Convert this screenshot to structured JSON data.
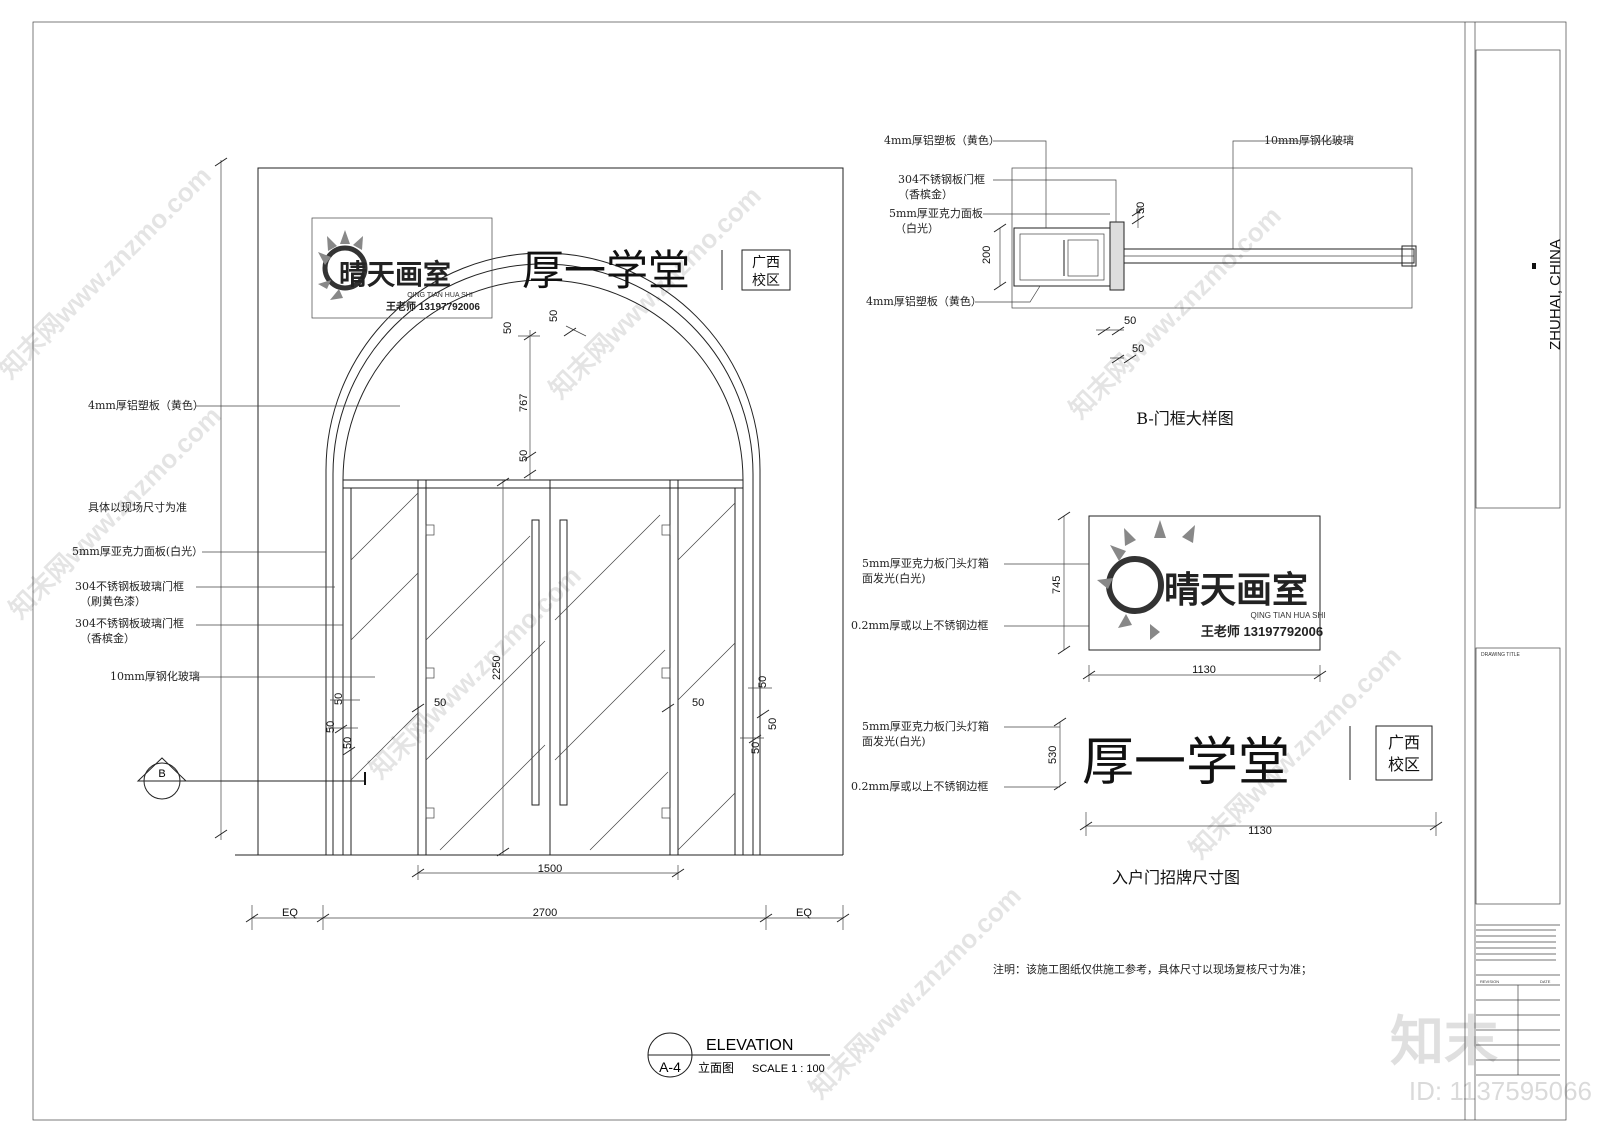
{
  "elevation": {
    "logo": {
      "brand": "晴天画室",
      "pinyin": "QING TIAN HUA SHI",
      "contact": "王老师 13197792006"
    },
    "school_name": "厚一学堂",
    "campus": [
      "广西",
      "校区"
    ],
    "annotations": {
      "aluminum_panel": "4mm厚铝塑板（黄色）",
      "site_note": "具体以现场尺寸为准",
      "acrylic": "5mm厚亚克力面板(白光）",
      "steel_frame_1a": "304不锈钢板玻璃门框",
      "steel_frame_1b": "（刷黄色漆）",
      "steel_frame_2a": "304不锈钢板玻璃门框",
      "steel_frame_2b": "（香槟金）",
      "glass": "10mm厚钢化玻璃"
    },
    "dims": {
      "top_a": "50",
      "top_b": "50",
      "arch_rise": "767",
      "arch_gap": "50",
      "door_height": "2250",
      "door_width": "1500",
      "overall": "2700",
      "eq": "EQ",
      "left_50a": "50",
      "left_50b": "50",
      "left_50c": "50",
      "left_50d": "50",
      "right_50a": "50",
      "right_50b": "50",
      "right_50c": "50",
      "mid_50": "50"
    },
    "section_marker": "B",
    "title_block": {
      "code": "A-4",
      "title_en": "ELEVATION",
      "title_cn": "立面图",
      "scale": "SCALE 1 : 100"
    }
  },
  "detail_b": {
    "title": "B-门框大样图",
    "labels": {
      "aluminum_top": "4mm厚铝塑板（黄色）",
      "frame_a": "304不锈钢板门框",
      "frame_b": "（香槟金）",
      "acrylic_a": "5mm厚亚克力面板",
      "acrylic_b": "（白光）",
      "aluminum_bottom": "4mm厚铝塑板（黄色）",
      "glass": "10mm厚钢化玻璃"
    },
    "dims": {
      "depth": "200",
      "right_50": "50",
      "bottom_50a": "50",
      "bottom_50b": "50"
    }
  },
  "signage": {
    "title": "入户门招牌尺寸图",
    "logo_height": "745",
    "logo_width": "1130",
    "text_height": "530",
    "text_width": "1130",
    "label_lightbox_a": "5mm厚亚克力板门头灯箱",
    "label_lightbox_b": "面发光(白光)",
    "label_edge": "0.2mm厚或以上不锈钢边框",
    "label_lightbox2_a": "5mm厚亚克力板门头灯箱",
    "label_lightbox2_b": "面发光(白光)",
    "label_edge2": "0.2mm厚或以上不锈钢边框"
  },
  "note": "注明：该施工图纸仅供施工参考，具体尺寸以现场复核尺寸为准；",
  "sidebar": {
    "location": "ZHUHAI, CHINA",
    "drawing_title_label": "DRAWING TITLE",
    "revision": "REVISION",
    "date": "DATE"
  },
  "watermark": {
    "site": "znzmo.com",
    "site_full": "知末网www.znzmo.com",
    "brand": "知末",
    "id": "ID: 1137595066"
  }
}
